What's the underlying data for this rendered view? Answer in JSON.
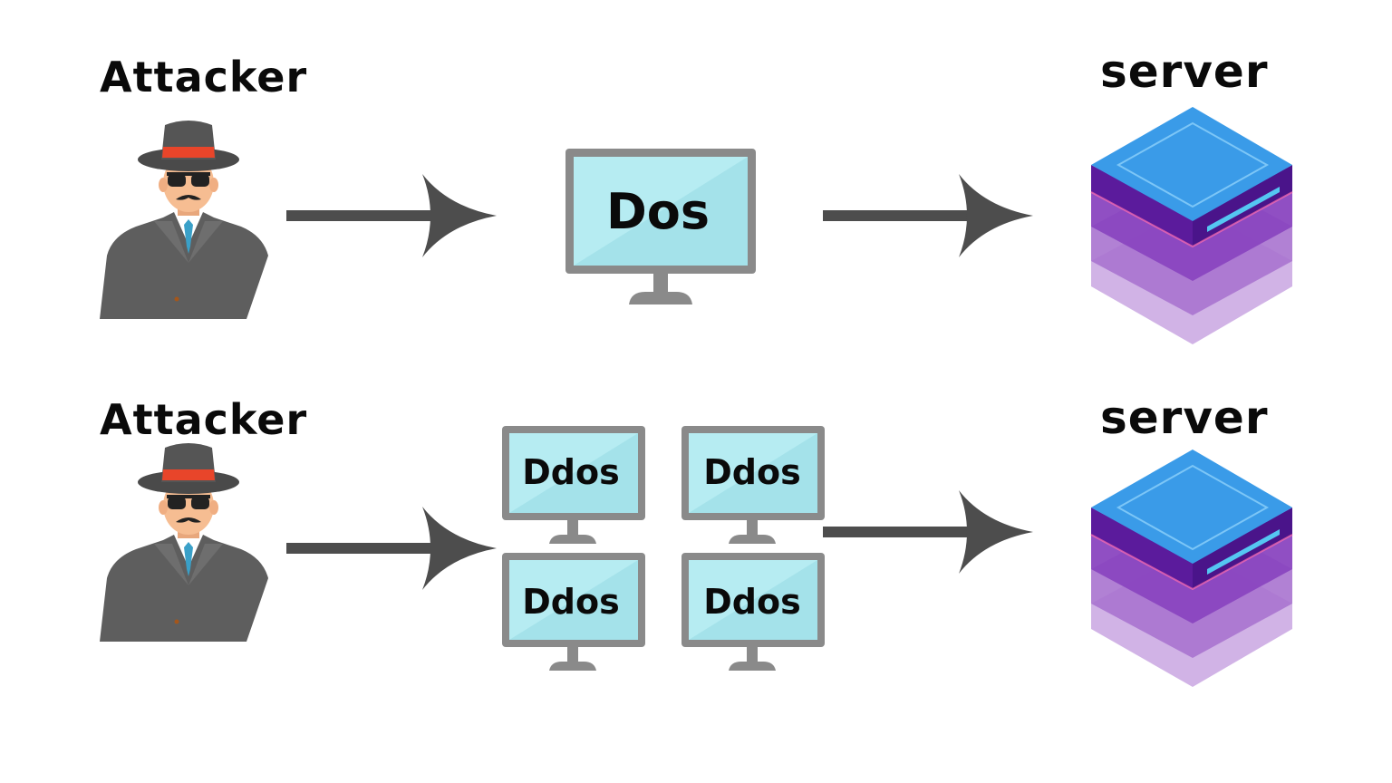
{
  "rows": [
    {
      "attacker_label": "Attacker",
      "monitor_labels": [
        "Dos"
      ],
      "server_label": "server"
    },
    {
      "attacker_label": "Attacker",
      "monitor_labels": [
        "Ddos",
        "Ddos",
        "Ddos",
        "Ddos"
      ],
      "server_label": "server"
    }
  ],
  "icons": {
    "attacker": "hacker-icon",
    "monitor": "monitor-icon",
    "server": "server-stack-icon",
    "arrow": "arrow-right-icon"
  },
  "colors": {
    "arrow": "#4d4d4d",
    "monitor_frame": "#8a8a8a",
    "monitor_screen": "#b6ecf2",
    "hat_band": "#e8452a",
    "server_top": "#3a9be8",
    "server_layers": "#7a2fb0"
  }
}
